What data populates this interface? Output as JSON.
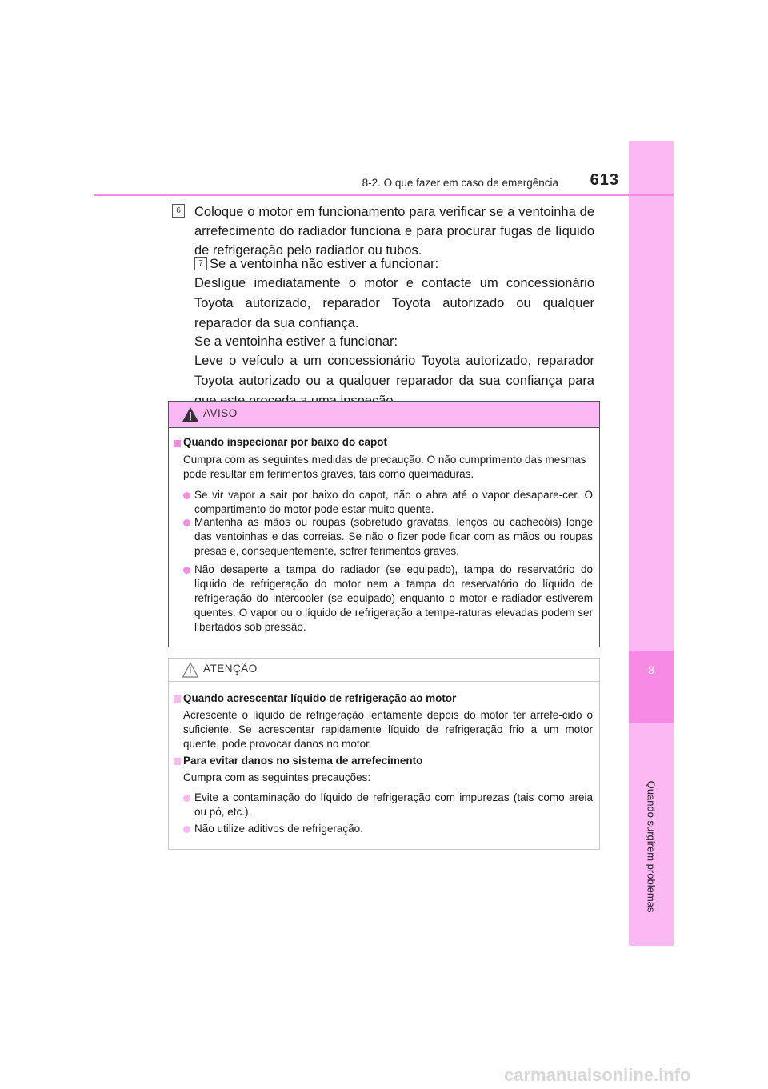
{
  "header": {
    "section": "8-2. O que fazer em caso de emergência",
    "page_number": "613"
  },
  "side_tab": {
    "chapter_number": "8",
    "label": "Quando surgirem problemas"
  },
  "steps": [
    {
      "number": "6",
      "text": "Coloque o motor em funcionamento para verificar se a ventoinha de arrefecimento do radiador funciona e para procurar fugas de líquido de refrigeração pelo radiador ou tubos."
    },
    {
      "number": "7",
      "lead": "Se a ventoinha não estiver a funcionar:",
      "text1": "Desligue imediatamente o motor e contacte um concessionário Toyota autorizado, reparador Toyota autorizado ou qualquer reparador da sua confiança.",
      "lead2": "Se a ventoinha estiver a funcionar:",
      "text2": "Leve o veículo a um concessionário Toyota autorizado, reparador Toyota autorizado ou a qualquer reparador da sua confiança para que este proceda a uma inspeção."
    }
  ],
  "warning": {
    "title": "AVISO",
    "heading": "Quando inspecionar por baixo do capot",
    "intro": "Cumpra com as seguintes medidas de precaução. O não cumprimento das mesmas pode resultar em ferimentos graves, tais como queimaduras.",
    "bullets": [
      "Se vir vapor a sair por baixo do capot, não o abra até o vapor desapare-cer. O compartimento do motor pode estar muito quente.",
      "Mantenha as mãos ou roupas (sobretudo gravatas, lenços ou cachecóis) longe das ventoinhas e das correias. Se não o fizer pode ficar com as mãos ou roupas presas e, consequentemente, sofrer ferimentos graves.",
      "Não desaperte a tampa do radiador (se equipado), tampa do reservatório do líquido de refrigeração do motor nem a tampa do reservatório do líquido de refrigeração do intercooler (se equipado) enquanto o motor e radiador estiverem quentes. O vapor ou o líquido de refrigeração a tempe-raturas elevadas podem ser libertados sob pressão."
    ]
  },
  "caution": {
    "title": "ATENÇÃO",
    "heading1": "Quando acrescentar líquido de refrigeração ao motor",
    "para1": "Acrescente o líquido de refrigeração lentamente depois do motor ter arrefe-cido o suficiente. Se acrescentar rapidamente líquido de refrigeração frio a um motor quente, pode provocar danos no motor.",
    "heading2": "Para evitar danos no sistema de arrefecimento",
    "para2": "Cumpra com as seguintes precauções:",
    "bullets": [
      "Evite a contaminação do líquido de refrigeração com impurezas (tais como areia ou pó, etc.).",
      "Não utilize aditivos de refrigeração."
    ]
  },
  "watermark": "carmanualsonline.info",
  "colors": {
    "accent_pink": "#f78ae4",
    "tab_pink": "#fcb8f2"
  }
}
